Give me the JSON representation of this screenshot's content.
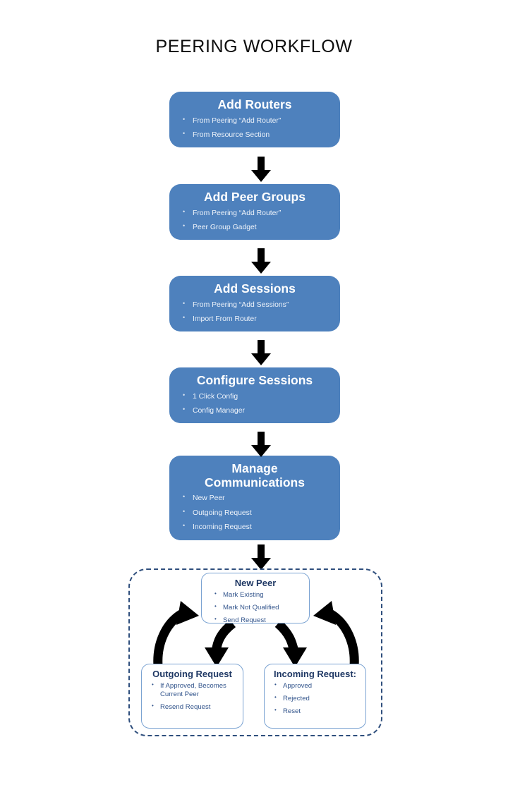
{
  "title": "PEERING WORKFLOW",
  "colors": {
    "box_fill": "#4e81bd",
    "box_text": "#ffffff",
    "dashed_border": "#2f4f7d",
    "sub_border": "#7ba3d2",
    "sub_title_text": "#1f3864",
    "sub_bullet_text": "#33558c",
    "arrow": "#000000",
    "page_background": "#ffffff"
  },
  "flow": {
    "steps": [
      {
        "id": "add-routers",
        "title": "Add Routers",
        "bullets": [
          "From  Peering “Add Router”",
          "From Resource Section"
        ]
      },
      {
        "id": "add-peer-groups",
        "title": "Add Peer Groups",
        "bullets": [
          "From  Peering “Add Router”",
          "Peer Group Gadget"
        ]
      },
      {
        "id": "add-sessions",
        "title": "Add Sessions",
        "bullets": [
          "From  Peering “Add Sessions”",
          "Import  From Router"
        ]
      },
      {
        "id": "configure-sessions",
        "title": "Configure Sessions",
        "bullets": [
          "1 Click Config",
          "Config Manager"
        ]
      },
      {
        "id": "manage-communications",
        "title_line1": "Manage",
        "title_line2": "Communications",
        "bullets": [
          "New Peer",
          "Outgoing Request",
          "Incoming Request"
        ]
      }
    ]
  },
  "detail_group": {
    "new_peer": {
      "title": "New Peer",
      "bullets": [
        "Mark Existing",
        "Mark Not Qualified",
        "Send Request"
      ]
    },
    "outgoing_request": {
      "title": "Outgoing Request",
      "bullets": [
        "If Approved, Becomes Current Peer",
        "Resend Request"
      ]
    },
    "incoming_request": {
      "title": "Incoming Request:",
      "bullets": [
        "Approved",
        "Rejected",
        "Reset"
      ]
    }
  },
  "connectors": {
    "vertical_arrow_count": 5,
    "curved_arrow_count": 4,
    "curved_arrows": [
      "new-peer-to-outgoing",
      "new-peer-to-incoming",
      "outgoing-to-new-peer",
      "incoming-to-new-peer"
    ]
  }
}
